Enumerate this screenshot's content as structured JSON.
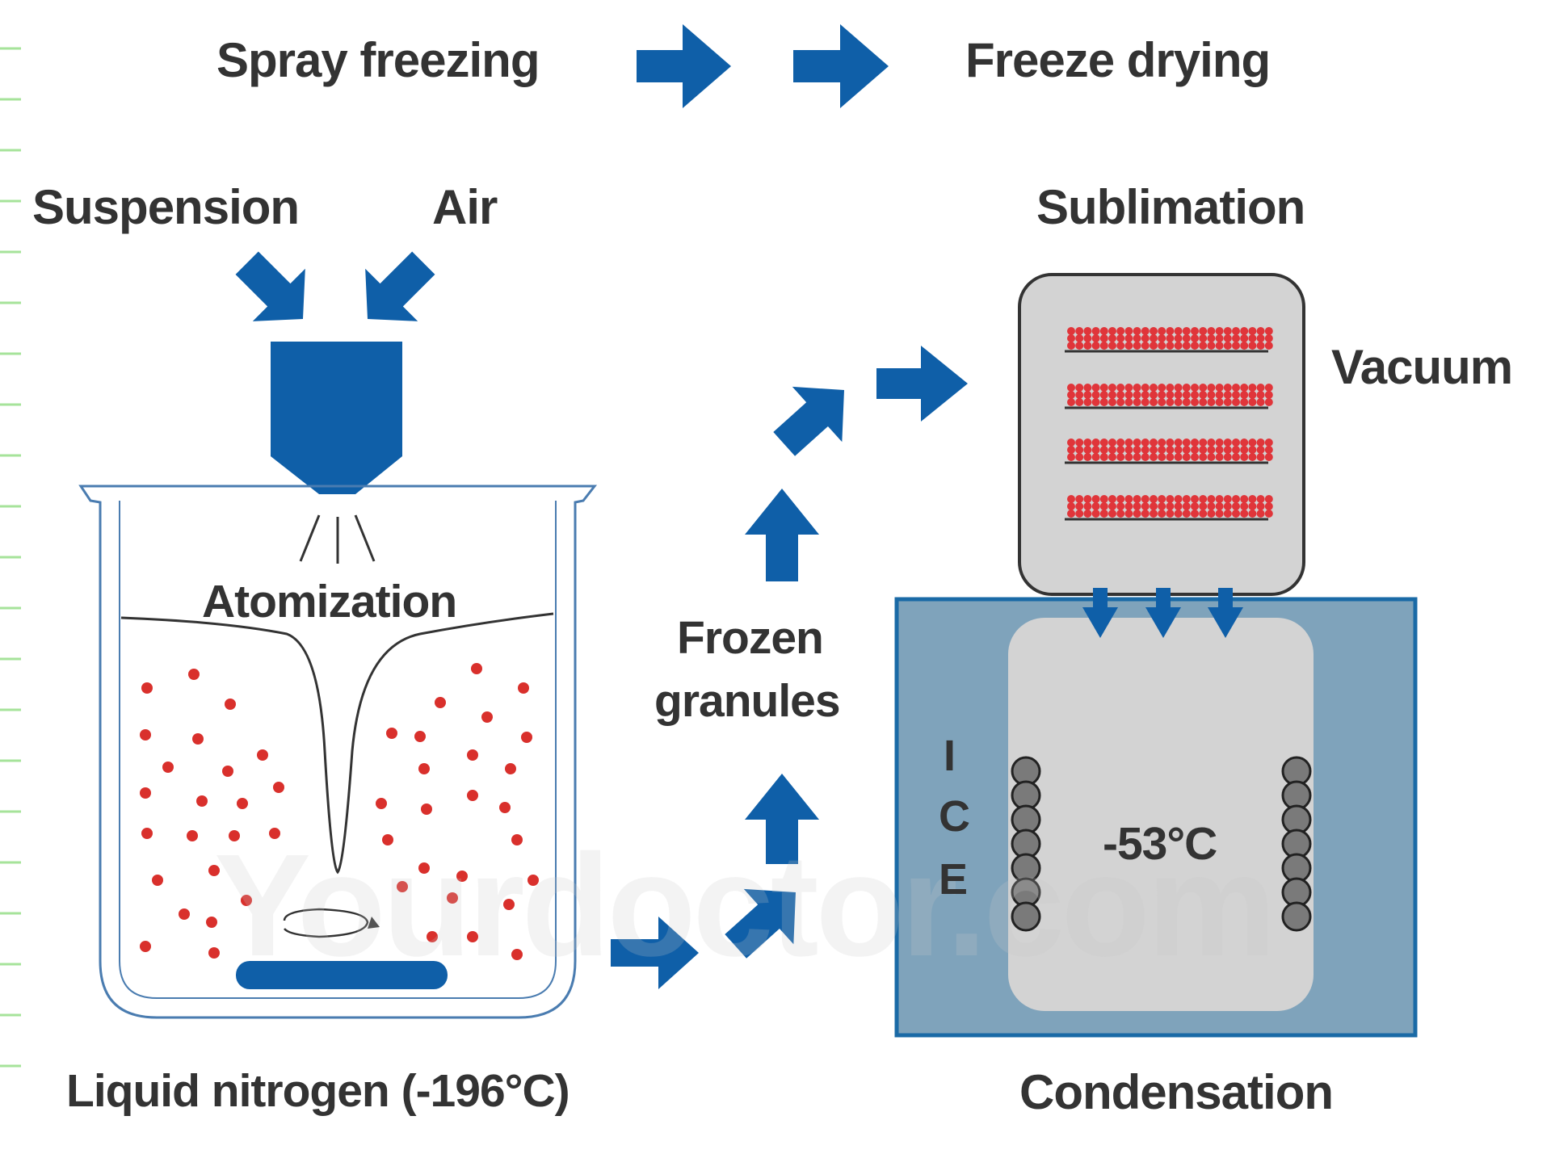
{
  "header": {
    "left_title": "Spray freezing",
    "right_title": "Freeze drying"
  },
  "spray_freezing": {
    "input_left": "Suspension",
    "input_right": "Air",
    "process": "Atomization",
    "medium": "Liquid nitrogen (-196°C)"
  },
  "transfer": {
    "product_line1": "Frozen",
    "product_line2": "granules"
  },
  "freeze_drying": {
    "top_label": "Sublimation",
    "chamber_label": "Vacuum",
    "ice_letters": [
      "I",
      "C",
      "E"
    ],
    "condenser_temp": "-53°C",
    "bottom_label": "Condensation"
  },
  "watermark": "Yourdoctor.com",
  "colors": {
    "arrow_blue": "#0f5fa8",
    "nozzle_blue": "#0f5fa8",
    "droplet_red": "#d9302c",
    "tray_red": "#e0353a",
    "condenser_outer": "#7fa3bb",
    "condenser_border": "#1a6aa6",
    "chamber_gray": "#d3d3d3",
    "coil_gray": "#7a7a7a",
    "margin_ticks": "#a6e39a",
    "text": "#333333"
  }
}
